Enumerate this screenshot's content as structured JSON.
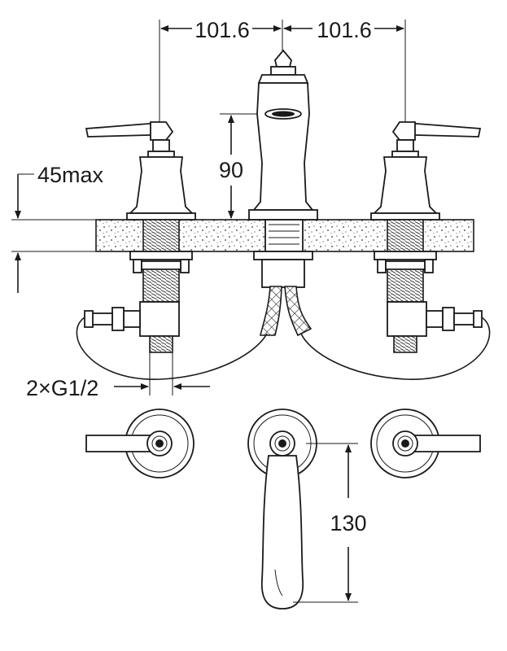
{
  "dimensions": {
    "spread_left": "101.6",
    "spread_right": "101.6",
    "spout_height": "90",
    "deck_thickness": "45max",
    "connection": "2×G1/2",
    "spout_reach": "130"
  },
  "colors": {
    "line": "#1a1a1a",
    "background": "#ffffff"
  }
}
